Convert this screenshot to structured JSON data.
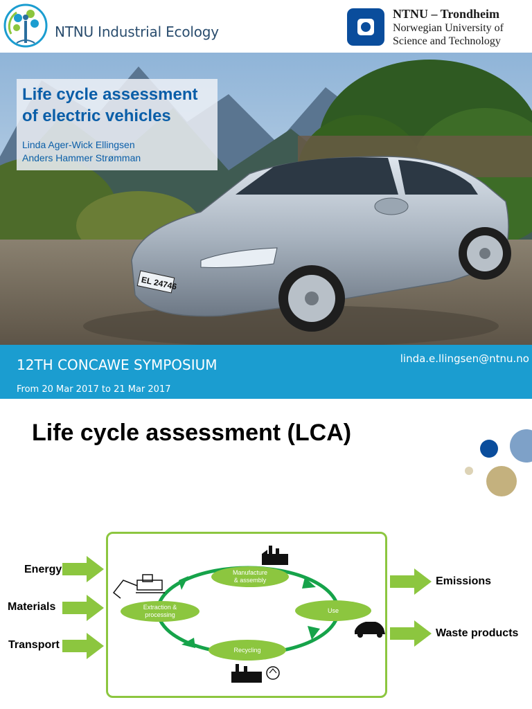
{
  "slide1": {
    "org_name": "NTNU Industrial Ecology",
    "uni_title": "NTNU – Trondheim",
    "uni_sub_1": "Norwegian University of",
    "uni_sub_2": "Science and Technology",
    "title_line_1": "Life cycle assessment",
    "title_line_2": "of electric vehicles",
    "author_1": "Linda Ager-Wick Ellingsen",
    "author_2": "Anders Hammer Strømman",
    "plate": "EL 24746",
    "event": "12TH CONCAWE SYMPOSIUM",
    "email": "linda.e.llingsen@ntnu.no",
    "dates": "From 20 Mar 2017 to 21 Mar 2017",
    "colors": {
      "band": "#1b9dd0",
      "title": "#0a5ea8",
      "ntnu_blue": "#0a4d9c"
    }
  },
  "slide2": {
    "title": "Life cycle assessment (LCA)",
    "inputs": [
      "Energy",
      "Materials",
      "Transport"
    ],
    "outputs": [
      "Emissions",
      "Waste products"
    ],
    "stages": {
      "manufacture_1": "Manufacture",
      "manufacture_2": "& assembly",
      "use": "Use",
      "recycling": "Recycling",
      "extraction_1": "Extraction &",
      "extraction_2": "processing"
    },
    "icons": [
      "factory-icon",
      "excavator-icon",
      "car-icon",
      "recycling-plant-icon"
    ],
    "colors": {
      "green": "#8cc63f",
      "cycle_green": "#16a34a"
    }
  }
}
